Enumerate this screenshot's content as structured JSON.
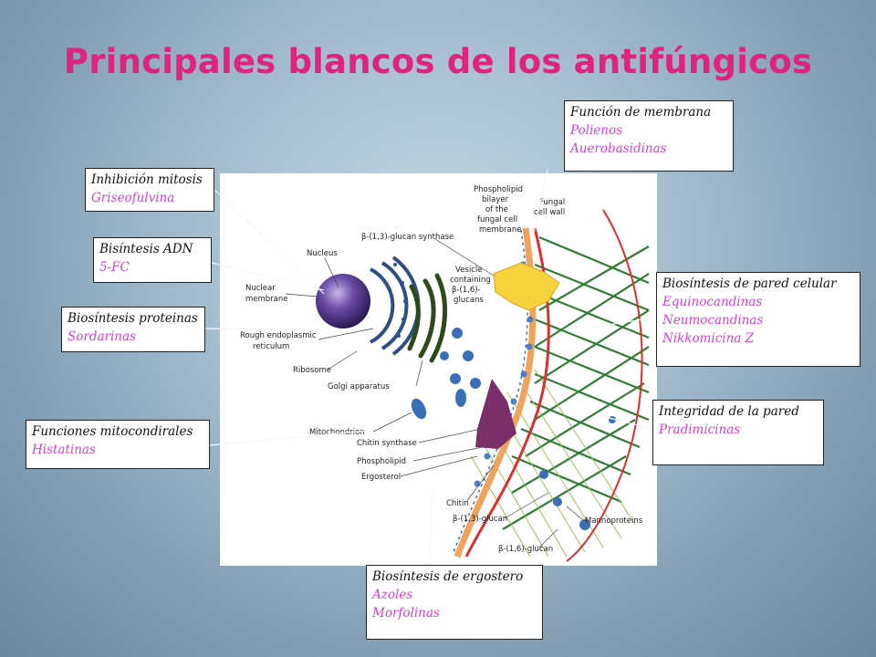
{
  "title": "Principales blancos de los antifúngicos",
  "boxes": {
    "membrana": {
      "heading": "Función de membrana",
      "drugs": [
        "Polienos",
        "Auerobasidinas"
      ]
    },
    "mitosis": {
      "heading": "Inhibición mitosis",
      "drugs": [
        "Griseofulvina"
      ]
    },
    "adn": {
      "heading": "Bisíntesis ADN",
      "drugs": [
        "5-FC"
      ]
    },
    "proteinas": {
      "heading": "Biosíntesis proteinas",
      "drugs": [
        "Sordarinas"
      ]
    },
    "mitocondria": {
      "heading": "Funciones mitocondirales",
      "drugs": [
        "Histatinas"
      ]
    },
    "pared": {
      "heading": "Biosíntesis de pared celular",
      "drugs": [
        "Equinocandinas",
        "Neumocandinas",
        "Nikkomicina  Z"
      ]
    },
    "integridad": {
      "heading": "Integridad de la pared",
      "drugs": [
        "Pradimicinas"
      ]
    },
    "ergosterol": {
      "heading": "Biosíntesis de ergostero",
      "drugs": [
        "Azoles",
        "Morfolinas"
      ]
    }
  },
  "diagram_labels": {
    "nucleus": "Nucleus",
    "nuclear_membrane": [
      "Nuclear",
      "membrane"
    ],
    "rough_er": [
      "Rough endoplasmic",
      "reticulum"
    ],
    "ribosome": "Ribosome",
    "golgi": "Golgi apparatus",
    "mitochondrion": "Mitochondrion",
    "vesicle": [
      "Vesicle",
      "containing",
      "β-(1,6)-",
      "glucans"
    ],
    "glucan_synthase": "β-(1,3)-glucan synthase",
    "phospholipid_bilayer": [
      "Phospholipid",
      "bilayer",
      "of the",
      "fungal cell",
      "membrane"
    ],
    "fungal_cell_wall": [
      "Fungal",
      "cell wall"
    ],
    "chitin_synthase": "Chitin synthase",
    "phospholipid": "Phospholipid",
    "ergosterol": "Ergosterol",
    "chitin": "Chitin",
    "b13_glucan": "β-(1,3)-glucan",
    "b16_glucan": "β-(1,6)-glucan",
    "mannoproteins": "Mannoproteins"
  },
  "colors": {
    "title": "#e0247c",
    "drug_text": "#d53fd5",
    "nucleus": "#5a3b8f",
    "er": "#2f4f86",
    "golgi": "#2e4a1c",
    "chitin": "#2e7d32",
    "membrane": "#d9302f",
    "synthase": "#f6d23c",
    "chitin_synthase": "#7a2e6a"
  }
}
